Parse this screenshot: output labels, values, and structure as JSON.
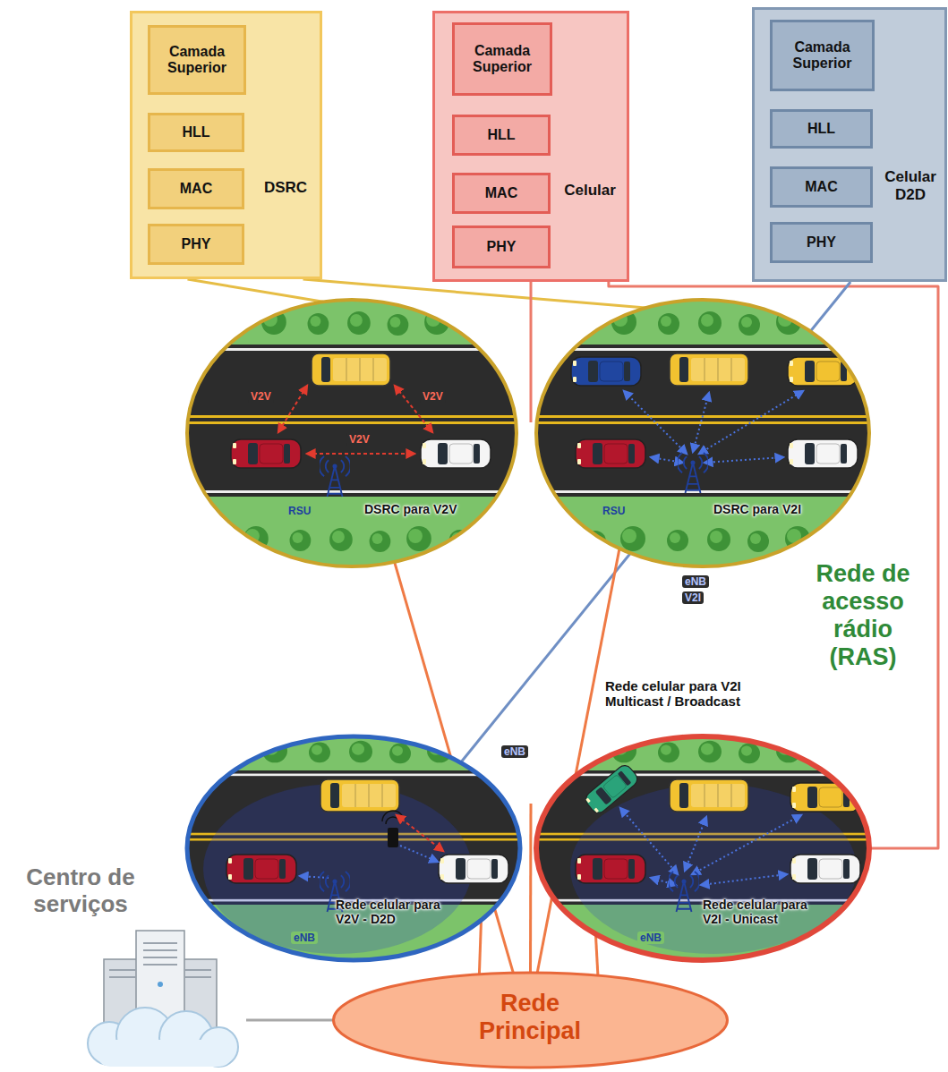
{
  "diagram": {
    "nodes": [
      {
        "text": [
          "DSRC"
        ]
      },
      {
        "text": [
          "Camada Superior"
        ],
        "in": 0
      },
      {
        "text": [
          "HLL"
        ],
        "in": 0
      },
      {
        "text": [
          "MAC"
        ],
        "in": 0
      },
      {
        "text": [
          "PHY"
        ],
        "in": 0
      },
      {
        "text": [
          "Celular"
        ]
      },
      {
        "text": [
          "Camada Superior"
        ],
        "in": 5
      },
      {
        "text": [
          "HLL"
        ],
        "in": 5
      },
      {
        "text": [
          "MAC"
        ],
        "in": 5
      },
      {
        "text": [
          "PHY"
        ],
        "in": 5
      },
      {
        "text": [
          "Celular D2D"
        ]
      },
      {
        "text": [
          "Camada Superior"
        ],
        "in": 10
      },
      {
        "text": [
          "HLL"
        ],
        "in": 10
      },
      {
        "text": [
          "MAC"
        ],
        "in": 10
      },
      {
        "text": [
          "PHY"
        ],
        "in": 10
      },
      {
        "text": [
          "Rede de acesso rádio (RAS)"
        ]
      },
      {
        "text": [
          "DSRC para V2V"
        ],
        "in": 15
      },
      {
        "text": [
          "DSRC para V2I"
        ],
        "in": 15
      },
      {
        "text": [
          "Rede celular para V2I Multicast / Broadcast"
        ],
        "in": 15
      },
      {
        "text": [
          "Rede celular para V2V - D2D"
        ],
        "in": 15
      },
      {
        "text": [
          "Rede celular para V2I - Unicast"
        ],
        "in": 15
      },
      {
        "text": [
          "Centro de serviços"
        ]
      },
      {
        "text": [
          "Rede Principal"
        ]
      }
    ],
    "edges": [
      {
        "from": 0,
        "to": 16,
        "arrow": "none"
      },
      {
        "from": 0,
        "to": 17,
        "arrow": "none"
      },
      {
        "from": 5,
        "to": 18,
        "arrow": "none"
      },
      {
        "from": 5,
        "to": 20,
        "arrow": "none"
      },
      {
        "from": 10,
        "to": 19,
        "arrow": "none"
      },
      {
        "from": 22,
        "to": 16,
        "arrow": "none"
      },
      {
        "from": 22,
        "to": 17,
        "arrow": "none"
      },
      {
        "from": 22,
        "to": 18,
        "arrow": "none"
      },
      {
        "from": 22,
        "to": 19,
        "arrow": "none"
      },
      {
        "from": 22,
        "to": 20,
        "arrow": "none"
      },
      {
        "from": 21,
        "to": 22,
        "arrow": "none"
      }
    ],
    "labels": [
      "V2V",
      "V2V",
      "V2V",
      "RSU",
      "RSU",
      "eNB",
      "V2I",
      "eNB",
      "eNB",
      "eNB"
    ]
  }
}
